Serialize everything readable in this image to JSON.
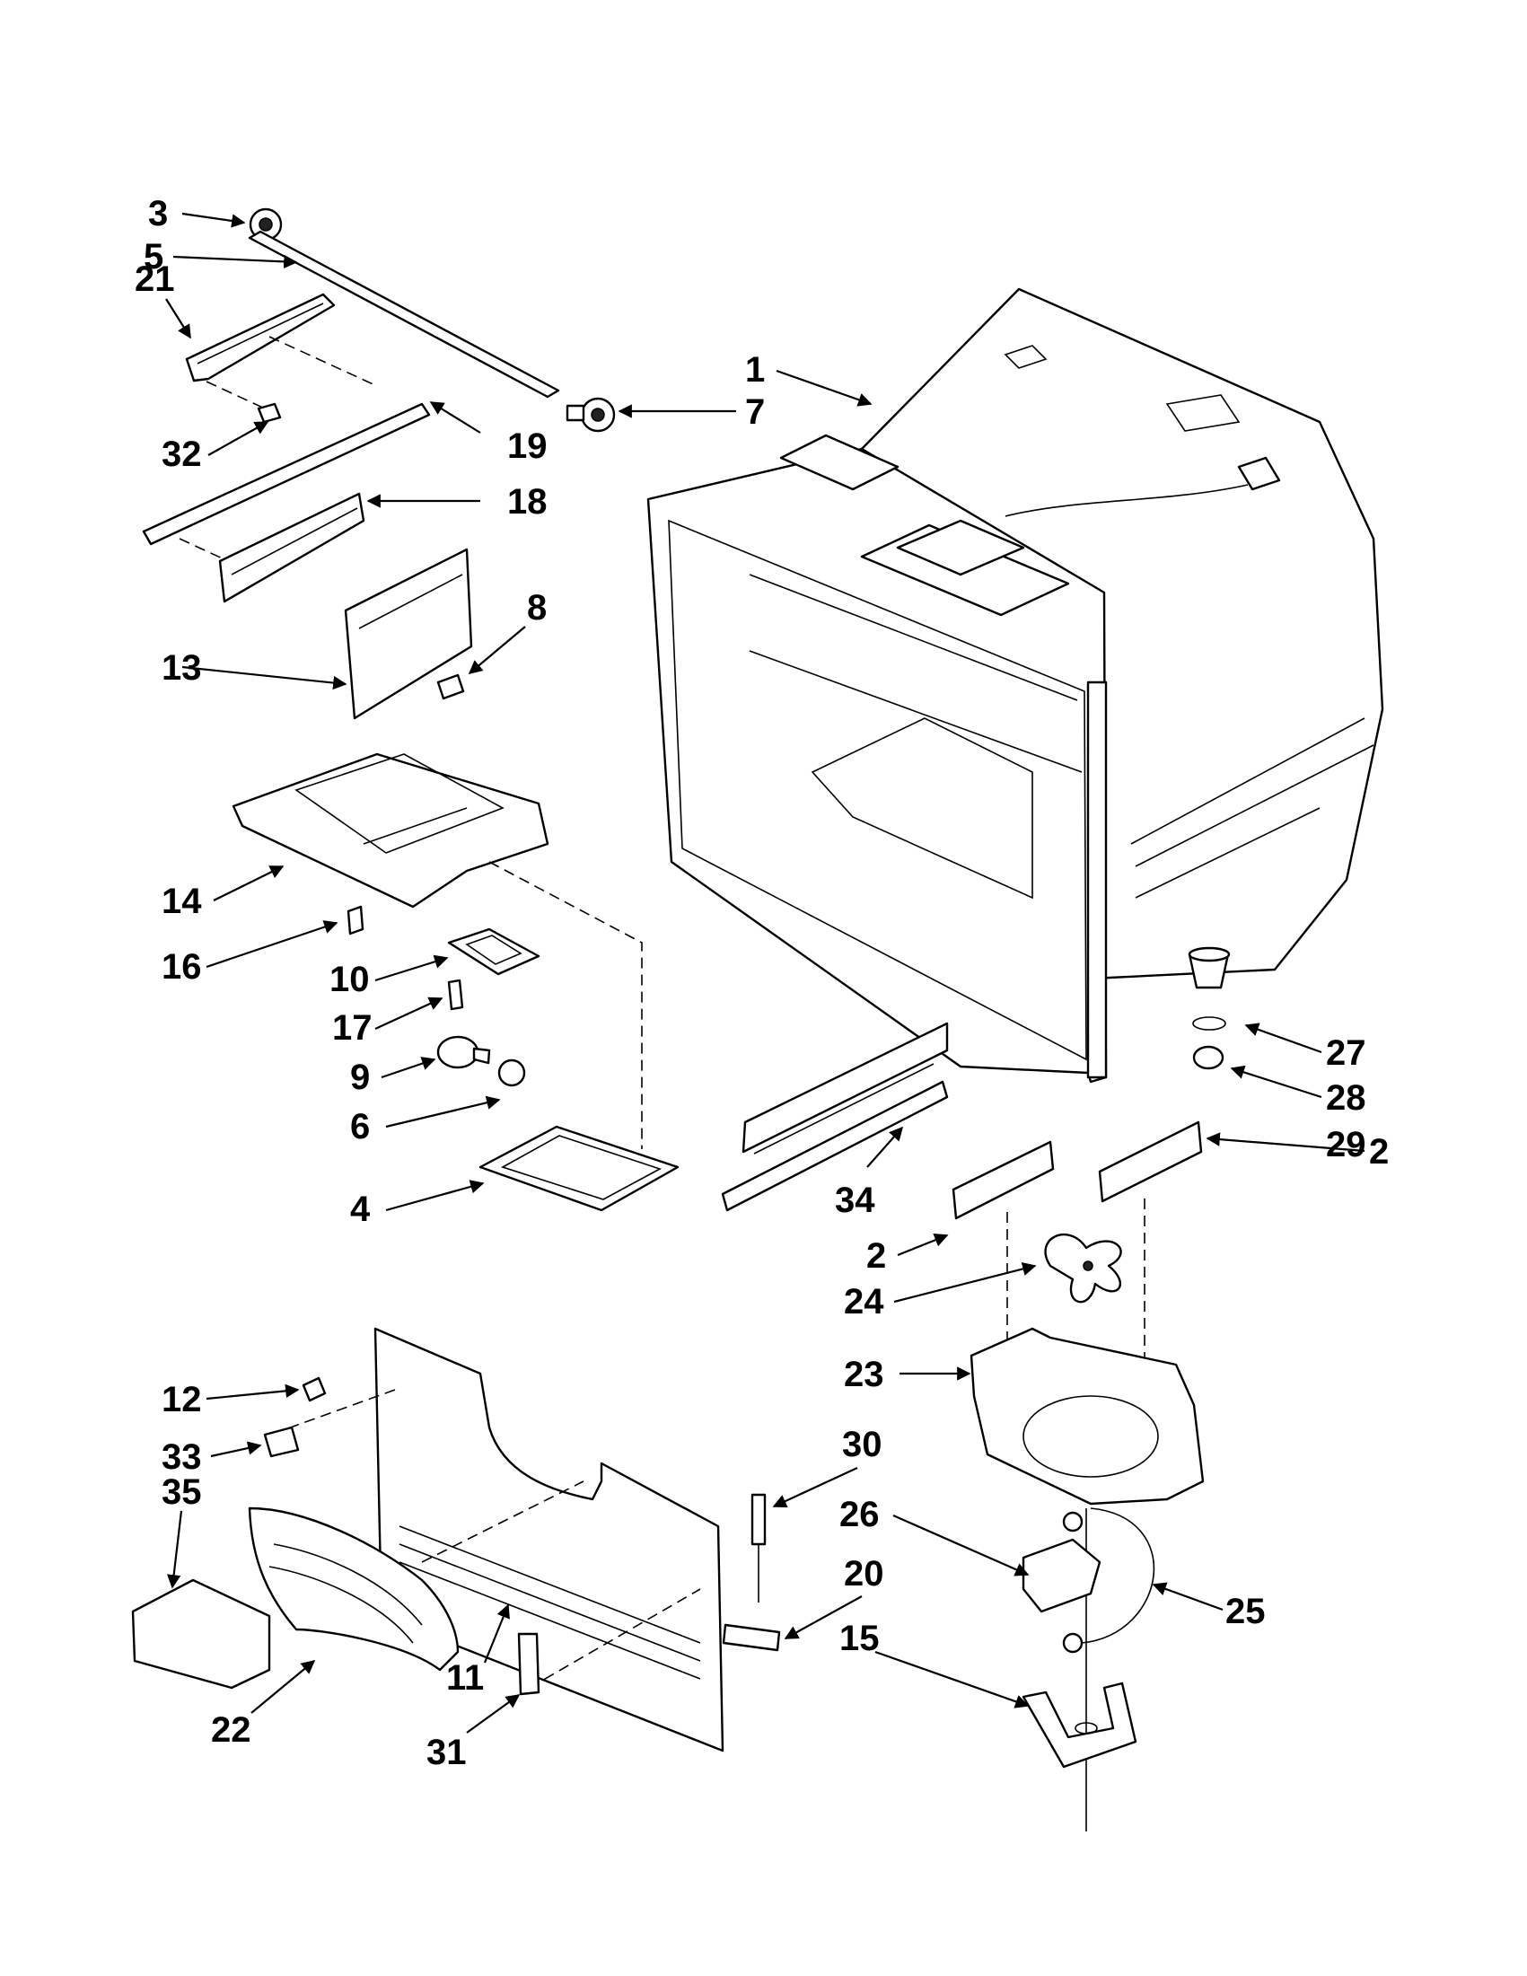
{
  "callouts": [
    {
      "id": "c1",
      "text": "1"
    },
    {
      "id": "c2a",
      "text": "2"
    },
    {
      "id": "c2b",
      "text": "2"
    },
    {
      "id": "c3",
      "text": "3"
    },
    {
      "id": "c4",
      "text": "4"
    },
    {
      "id": "c5",
      "text": "5"
    },
    {
      "id": "c6",
      "text": "6"
    },
    {
      "id": "c7",
      "text": "7"
    },
    {
      "id": "c8",
      "text": "8"
    },
    {
      "id": "c9",
      "text": "9"
    },
    {
      "id": "c10",
      "text": "10"
    },
    {
      "id": "c11",
      "text": "11"
    },
    {
      "id": "c12",
      "text": "12"
    },
    {
      "id": "c13",
      "text": "13"
    },
    {
      "id": "c14",
      "text": "14"
    },
    {
      "id": "c15",
      "text": "15"
    },
    {
      "id": "c16",
      "text": "16"
    },
    {
      "id": "c17",
      "text": "17"
    },
    {
      "id": "c18",
      "text": "18"
    },
    {
      "id": "c19",
      "text": "19"
    },
    {
      "id": "c20",
      "text": "20"
    },
    {
      "id": "c21",
      "text": "21"
    },
    {
      "id": "c22",
      "text": "22"
    },
    {
      "id": "c23",
      "text": "23"
    },
    {
      "id": "c24",
      "text": "24"
    },
    {
      "id": "c25",
      "text": "25"
    },
    {
      "id": "c26",
      "text": "26"
    },
    {
      "id": "c27",
      "text": "27"
    },
    {
      "id": "c28",
      "text": "28"
    },
    {
      "id": "c29",
      "text": "29"
    },
    {
      "id": "c30",
      "text": "30"
    },
    {
      "id": "c31",
      "text": "31"
    },
    {
      "id": "c32",
      "text": "32"
    },
    {
      "id": "c33",
      "text": "33"
    },
    {
      "id": "c34",
      "text": "34"
    },
    {
      "id": "c35",
      "text": "35"
    }
  ]
}
